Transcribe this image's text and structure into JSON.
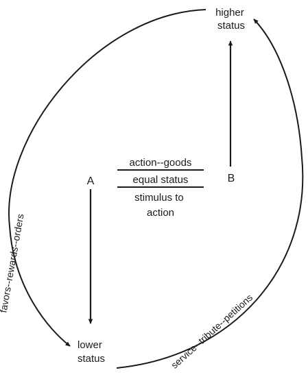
{
  "diagram": {
    "nodes": {
      "higher_status": [
        "higher",
        "status"
      ],
      "lower_status": [
        "lower",
        "status"
      ],
      "a": "A",
      "b": "B"
    },
    "center_box": {
      "top": "action--goods",
      "middle": "equal status",
      "bottom": [
        "stimulus to",
        "action"
      ]
    },
    "curve_labels": {
      "left": "favors--rewards--orders",
      "right": "service--tribute--petitions"
    },
    "colors": {
      "ink": "#1a1a1a",
      "background": "#ffffff"
    }
  }
}
